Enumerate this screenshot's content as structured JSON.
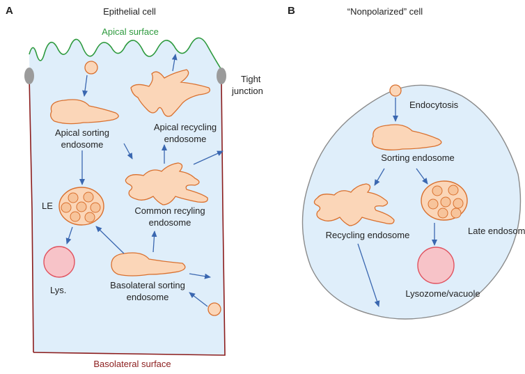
{
  "colors": {
    "cytoplasm": "#dfeefa",
    "apical_membrane": "#2e9a3e",
    "basolateral_membrane": "#8b1c1c",
    "cell_outline_b": "#8a8a8a",
    "organelle_fill": "#fbd6b8",
    "organelle_stroke": "#d9702e",
    "lysosome_fill": "#f7c3c8",
    "lysosome_stroke": "#e0525f",
    "junction": "#9b9b9b",
    "arrow": "#3a67b0"
  },
  "panel_a": {
    "letter": "A",
    "title": "Epithelial cell",
    "apical_surface": "Apical surface",
    "basolateral_surface": "Basolateral surface",
    "tight_junction_1": "Tight",
    "tight_junction_2": "junction",
    "apical_sorting_1": "Apical sorting",
    "apical_sorting_2": "endosome",
    "apical_recycling_1": "Apical recycling",
    "apical_recycling_2": "endosome",
    "common_recycling_1": "Common recyling",
    "common_recycling_2": "endosome",
    "le": "LE",
    "lys": "Lys.",
    "basolateral_sorting_1": "Basolateral sorting",
    "basolateral_sorting_2": "endosome"
  },
  "panel_b": {
    "letter": "B",
    "title": "“Nonpolarized” cell",
    "endocytosis": "Endocytosis",
    "sorting": "Sorting endosome",
    "recycling": "Recycling endosome",
    "late": "Late endosome",
    "lysosome": "Lysozome/vacuole"
  }
}
